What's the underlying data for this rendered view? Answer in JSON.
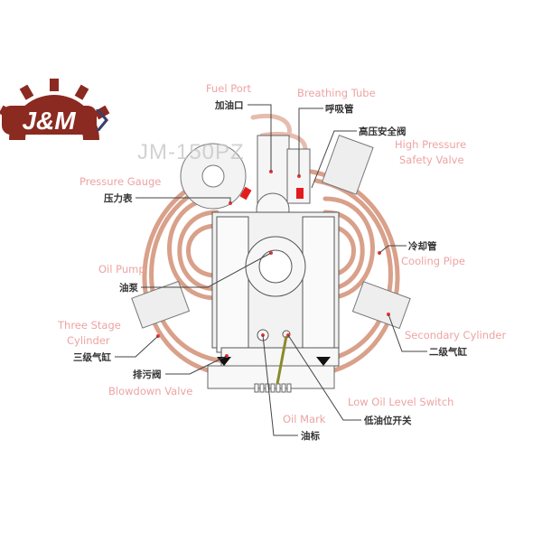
{
  "logo": {
    "text": "J&M",
    "color": "#8b2a20"
  },
  "model_watermark": "JM-150PZ",
  "label_color": "#eea3a3",
  "labels": {
    "fuel_port": {
      "en": "Fuel Port",
      "zh": "加油口"
    },
    "breathing_tube": {
      "en": "Breathing Tube",
      "zh": "呼吸管"
    },
    "high_pressure_safety_valve": {
      "en_line1": "High Pressure",
      "en_line2": "Safety Valve",
      "zh": "高压安全阀"
    },
    "pressure_gauge": {
      "en": "Pressure Gauge",
      "zh": "压力表"
    },
    "oil_pump": {
      "en": "Oil Pump",
      "zh": "油泵"
    },
    "cooling_pipe": {
      "en": "Cooling Pipe",
      "zh": "冷却管"
    },
    "three_stage_cylinder": {
      "en_line1": "Three Stage",
      "en_line2": "Cylinder",
      "zh": "三级气缸"
    },
    "secondary_cylinder": {
      "en": "Secondary Cylinder",
      "zh": "二级气缸"
    },
    "blowdown_valve": {
      "en": "Blowdown Valve",
      "zh": "排污阀"
    },
    "low_oil_level_switch": {
      "en": "Low Oil Level Switch",
      "zh": "低油位开关"
    },
    "oil_mark": {
      "en": "Oil Mark",
      "zh": "油标"
    }
  }
}
